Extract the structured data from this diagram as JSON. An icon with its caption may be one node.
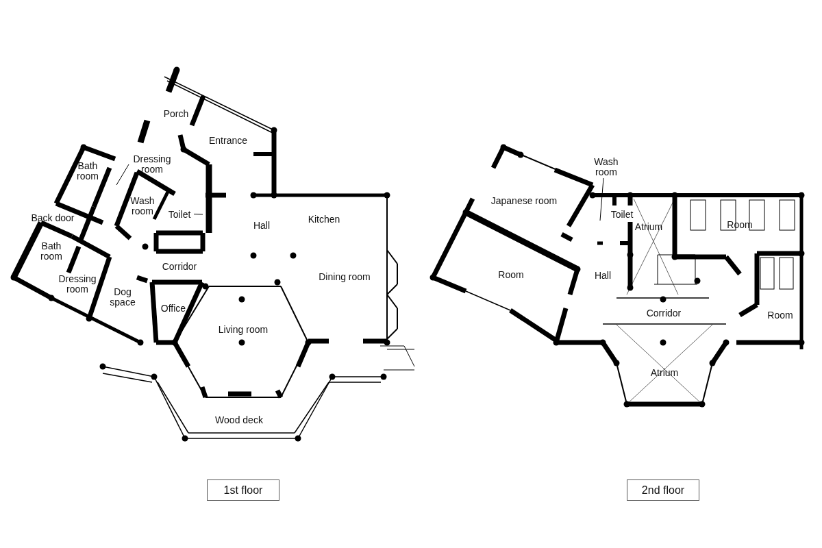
{
  "diagram": {
    "nodes": [
      {
        "text": [
          "Dressing room"
        ]
      },
      {
        "text": [
          "Toilet"
        ]
      },
      {
        "text": [
          "Wash room"
        ]
      },
      {
        "text": [
          "1st floor"
        ]
      },
      {
        "text": [
          "2nd floor"
        ]
      }
    ],
    "edges": [
      {
        "from": 0,
        "to": null,
        "arrow": "none"
      },
      {
        "from": 1,
        "to": null,
        "arrow": "none"
      },
      {
        "from": 2,
        "to": null,
        "arrow": "none"
      }
    ],
    "labels": [
      "Porch",
      "Entrance",
      "Bath room",
      "Wash room",
      "Back door",
      "Hall",
      "Kitchen",
      "Bath room",
      "Corridor",
      "Dining room",
      "Dressing room",
      "Dog space",
      "Office",
      "Living room",
      "Wood deck",
      "Japanese room",
      "Toilet",
      "Room",
      "Atrium",
      "Room",
      "Hall",
      "Corridor",
      "Room",
      "Atrium"
    ]
  }
}
